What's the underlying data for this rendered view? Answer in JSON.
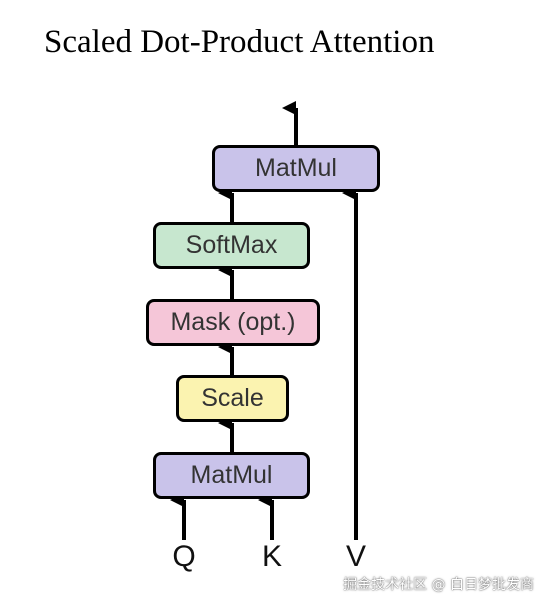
{
  "title": "Scaled Dot-Product Attention",
  "boxes": {
    "matmul_top": {
      "label": "MatMul",
      "fill": "#c9c3ea"
    },
    "softmax": {
      "label": "SoftMax",
      "fill": "#c7e7cf"
    },
    "mask": {
      "label": "Mask (opt.)",
      "fill": "#f5c6d8"
    },
    "scale": {
      "label": "Scale",
      "fill": "#fbf3b0"
    },
    "matmul_bottom": {
      "label": "MatMul",
      "fill": "#c9c3ea"
    }
  },
  "inputs": {
    "q": "Q",
    "k": "K",
    "v": "V"
  },
  "watermark": "掘金技术社区 @ 白日梦批发商",
  "colors": {
    "stroke": "#000000",
    "text": "#333333"
  }
}
